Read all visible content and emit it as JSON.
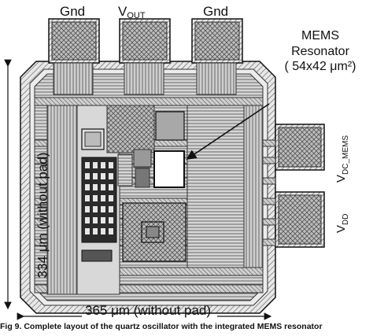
{
  "labels": {
    "gnd_left": "Gnd",
    "vout_main": "V",
    "vout_sub": "OUT",
    "gnd_right": "Gnd",
    "mems_line1": "MEMS",
    "mems_line2": "Resonator",
    "mems_line3": "( 54x42 μm²)",
    "vdc_main": "V",
    "vdc_sub": "DC_MEMS",
    "vdd_main": "V",
    "vdd_sub": "DD",
    "width_dim": "365 μm (without pad)",
    "height_dim": "334 μm (without pad)",
    "caption": "Fig 9. Complete layout of the quartz oscillator with the integrated MEMS resonator"
  },
  "colors": {
    "metal_hatch": "#555555",
    "dense_block": "#2b2b2b",
    "light_fill": "#d9d9d9",
    "mid_fill": "#a8a8a8",
    "pad_fill": "#9a9a9a",
    "outline": "#111111"
  }
}
